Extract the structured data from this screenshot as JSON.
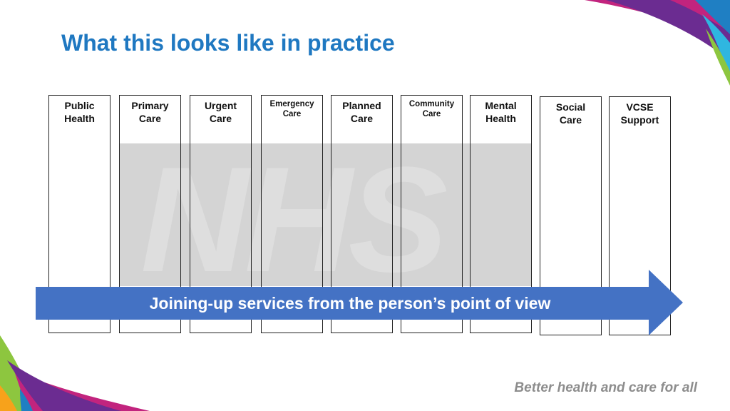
{
  "slide": {
    "title": "What this looks like in practice",
    "watermark_text": "NHS",
    "tagline": "Better health and care for all"
  },
  "columns": [
    {
      "label_1": "Public",
      "label_2": "Health",
      "size": "big"
    },
    {
      "label_1": "Primary",
      "label_2": "Care",
      "size": "big"
    },
    {
      "label_1": "Urgent",
      "label_2": "Care",
      "size": "big"
    },
    {
      "label_1": "Emergency",
      "label_2": "Care",
      "size": "small"
    },
    {
      "label_1": "Planned",
      "label_2": "Care",
      "size": "big"
    },
    {
      "label_1": "Community",
      "label_2": "Care",
      "size": "small"
    },
    {
      "label_1": "Mental",
      "label_2": "Health",
      "size": "big"
    },
    {
      "label_1": "Social",
      "label_2": "Care",
      "size": "big"
    },
    {
      "label_1": "VCSE",
      "label_2": "Support",
      "size": "big"
    }
  ],
  "arrow": {
    "text": "Joining-up services from the person’s point of view",
    "color": "#4472c4"
  },
  "colors": {
    "title": "#1f78c1",
    "watermark_bg": "#d4d4d4",
    "tagline": "#8d8d8d",
    "accent_magenta": "#c2247e",
    "accent_blue": "#1f7fc3",
    "accent_green": "#8dc63f",
    "accent_orange": "#f7a21b"
  }
}
